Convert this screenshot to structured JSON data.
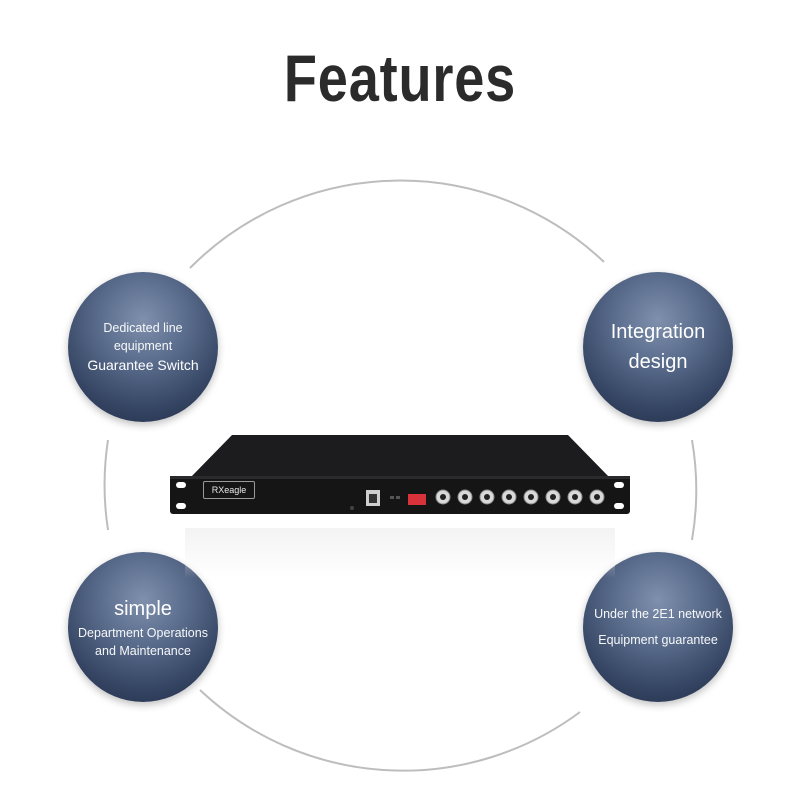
{
  "title": "Features",
  "features": {
    "top_left": {
      "line1": "Dedicated line",
      "line2": "equipment",
      "line3": "Guarantee Switch"
    },
    "top_right": {
      "line1": "Integration",
      "line2": "design"
    },
    "bottom_left": {
      "line1": "simple",
      "line2": "Department Operations",
      "line3": "and Maintenance"
    },
    "bottom_right": {
      "line1": "Under the 2E1 network",
      "line2": "Equipment guarantee"
    }
  },
  "device": {
    "brand": "RXeagle"
  },
  "colors": {
    "title": "#2b2b2b",
    "bubble_dark": "#1f2b44",
    "bubble_light": "#7f90ad",
    "ring": "#bdbdbd"
  }
}
